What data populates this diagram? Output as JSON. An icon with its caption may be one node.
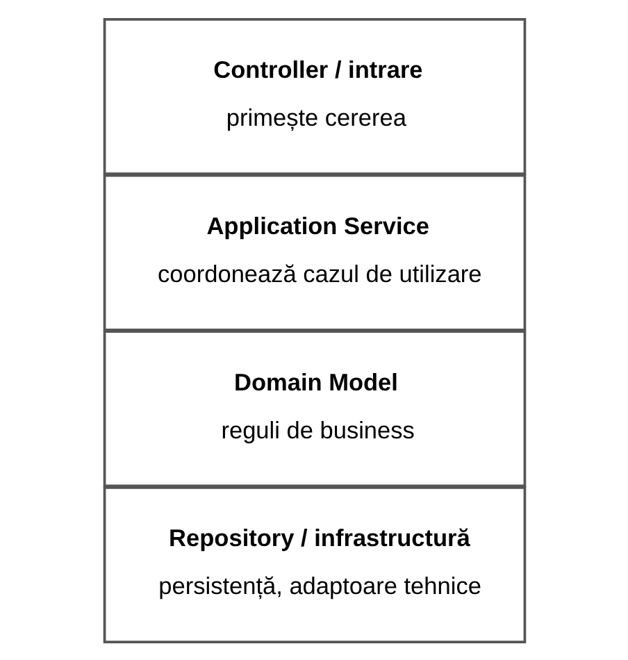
{
  "diagram": {
    "nodes": [
      {
        "text": [
          "Controller / intrare",
          "primește cererea"
        ]
      },
      {
        "text": [
          "Application Service",
          "coordonează cazul de utilizare"
        ]
      },
      {
        "text": [
          "Domain Model",
          "reguli de business"
        ]
      },
      {
        "text": [
          "Repository / infrastructură",
          "persistență, adaptoare tehnice"
        ]
      }
    ]
  }
}
